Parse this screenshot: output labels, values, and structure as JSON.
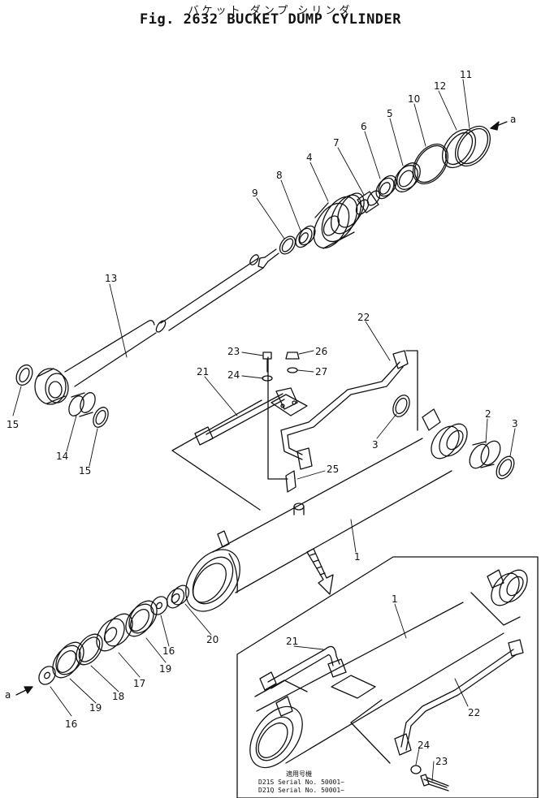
{
  "header": {
    "jp_title": "バケット ダンプ シリンダ",
    "title": "Fig. 2632 BUCKET DUMP CYLINDER"
  },
  "callouts": {
    "p1a": "1",
    "p1b": "1",
    "p2": "2",
    "p3a": "3",
    "p3b": "3",
    "p4": "4",
    "p5": "5",
    "p6": "6",
    "p7": "7",
    "p8": "8",
    "p9": "9",
    "p10": "10",
    "p11": "11",
    "p12": "12",
    "p13": "13",
    "p14": "14",
    "p15a": "15",
    "p15b": "15",
    "p16a": "16",
    "p16b": "16",
    "p17": "17",
    "p18": "18",
    "p19a": "19",
    "p19b": "19",
    "p20": "20",
    "p21a": "21",
    "p21b": "21",
    "p22a": "22",
    "p22b": "22",
    "p23a": "23",
    "p23b": "23",
    "p24a": "24",
    "p24b": "24",
    "p25": "25",
    "p26": "26",
    "p27": "27",
    "ref_a_top": "a",
    "ref_a_bottom": "a"
  },
  "inset_note": {
    "heading": "適用号機",
    "line1": "D21S  Serial  No. 50001~",
    "line2": "D21Q  Serial  No. 50001~"
  }
}
